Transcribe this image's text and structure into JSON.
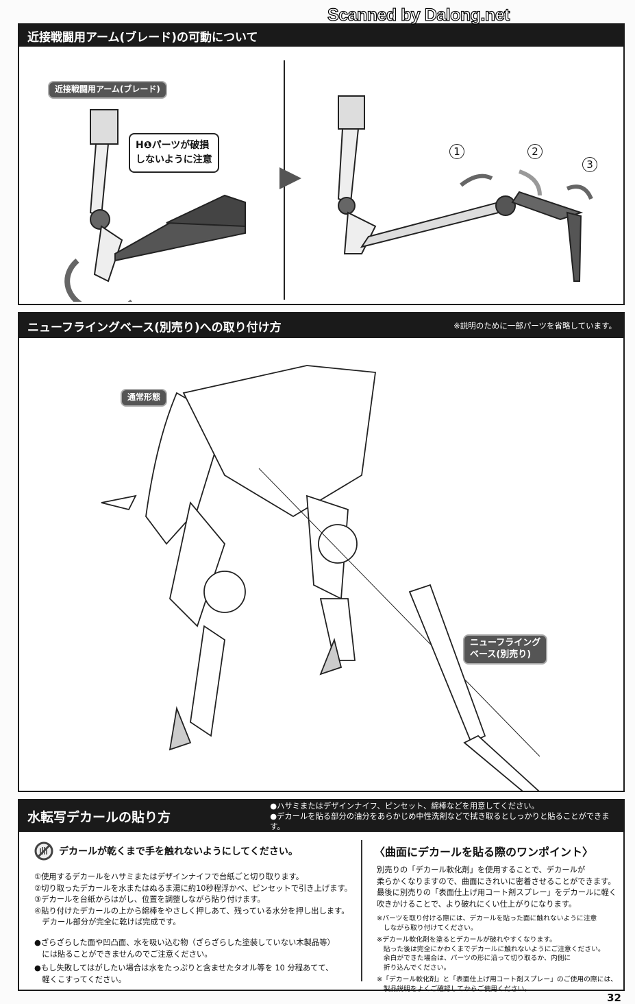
{
  "watermark": "Scanned by Dalong.net",
  "section1": {
    "title": "近接戦闘用アーム(ブレード)の可動について",
    "label": "近接戦闘用アーム(ブレード)",
    "callout": [
      "H❶パーツが破損",
      "しないように注意"
    ],
    "steps": [
      "1",
      "2",
      "3"
    ]
  },
  "section2": {
    "title": "ニューフライングベース(別売り)への取り付け方",
    "note": "※説明のために一部パーツを省略しています。",
    "label_mode": "通常形態",
    "label_base": [
      "ニューフライング",
      "ベース(別売り)"
    ]
  },
  "section3": {
    "title": "水転写デカールの貼り方",
    "header_notes": [
      "●ハサミまたはデザインナイフ、ピンセット、綿棒などを用意してください。",
      "●デカールを貼る部分の油分をあらかじめ中性洗剤などで拭き取るとしっかりと貼ることができます。"
    ],
    "warning": "デカールが乾くまで手を触れないようにしてください。",
    "steps": [
      "①使用するデカールをハサミまたはデザインナイフで台紙ごと切り取ります。",
      "②切り取ったデカールを水またはぬるま湯に約10秒程浮かべ、ピンセットで引き上げます。",
      "③デカールを台紙からはがし、位置を調整しながら貼り付けます。",
      "④貼り付けたデカールの上から綿棒をやさしく押しあて、残っている水分を押し出します。",
      "　デカール部分が完全に乾けば完成です。"
    ],
    "bullets": [
      "●ざらざらした面や凹凸面、水を吸い込む物（ざらざらした塗装していない木製品等）",
      "　には貼ることができませんのでご注意ください。",
      "●もし失敗してはがしたい場合は水をたっぷりと含ませたタオル等を 10 分程あてて、",
      "　軽くこすってください。"
    ],
    "tip_title": "〈曲面にデカールを貼る際のワンポイント〉",
    "tip_body": [
      "別売りの「デカール軟化剤」を使用することで、デカールが",
      "柔らかくなりますので、曲面にきれいに密着させることができます。",
      "最後に別売りの「表面仕上げ用コート剤スプレー」をデカールに軽く",
      "吹きかけることで、より破れにくい仕上がりになります。"
    ],
    "tip_notes": [
      "※パーツを取り付ける際には、デカールを貼った面に触れないように注意",
      "　しながら取り付けてください。",
      "※デカール軟化剤を塗るとデカールが破れやすくなります。",
      "　貼った後は完全にかわくまでデカールに触れないようにご注意ください。",
      "　余白ができた場合は、パーツの形に沿って切り取るか、内側に",
      "　折り込んでください。",
      "※「デカール軟化剤」と「表面仕上げ用コート剤スプレー」のご使用の際には、",
      "　製品説明をよくご確認してからご使用ください。"
    ]
  },
  "page_number": "32"
}
